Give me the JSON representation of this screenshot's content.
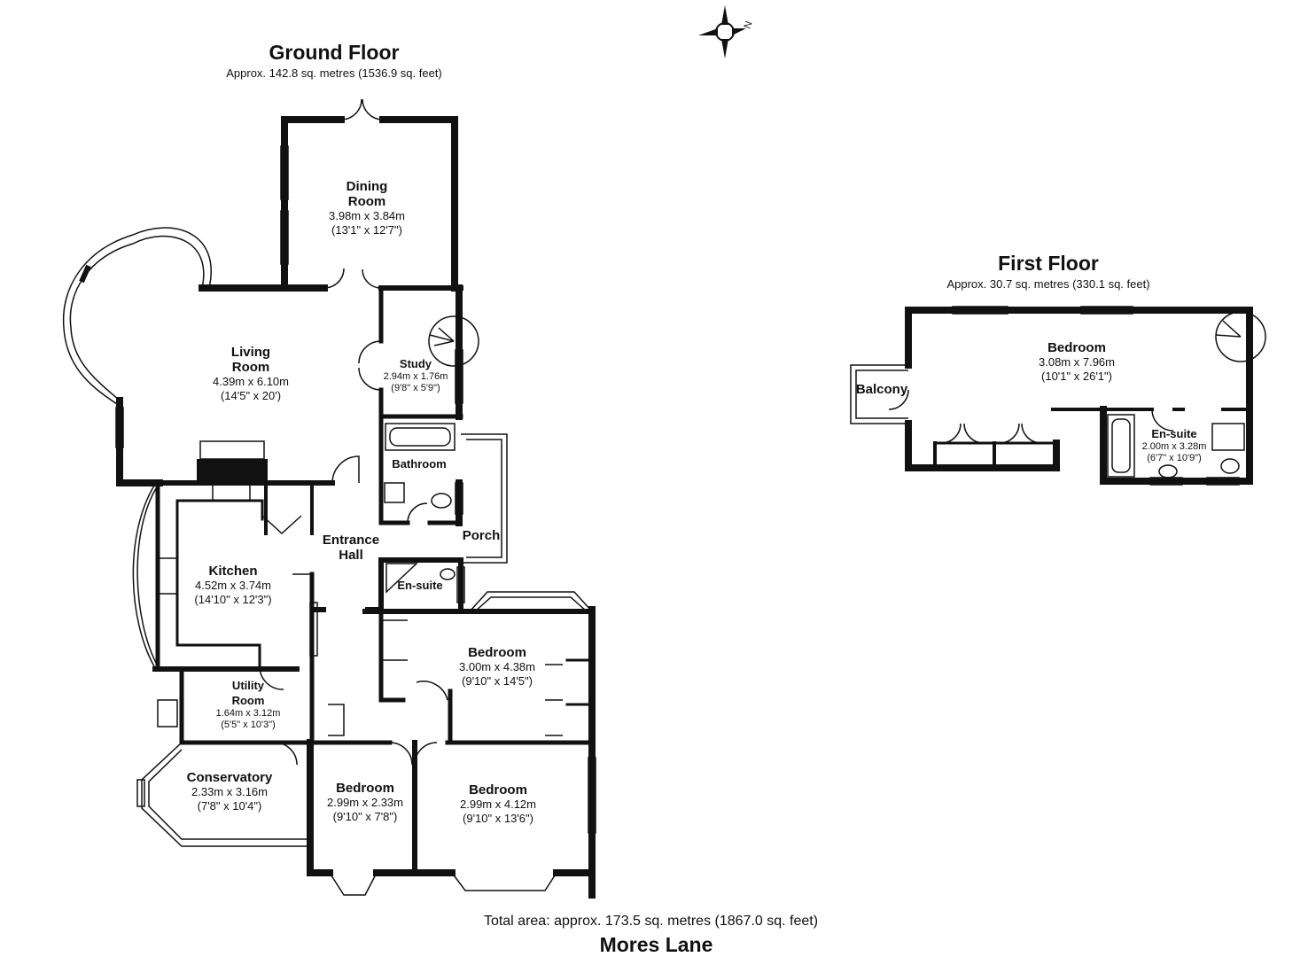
{
  "ground_floor": {
    "title": "Ground Floor",
    "area": "Approx. 142.8 sq. metres (1536.9 sq. feet)",
    "rooms": {
      "dining": {
        "name_line1": "Dining",
        "name_line2": "Room",
        "metric": "3.98m x 3.84m",
        "imperial": "(13'1\" x 12'7\")"
      },
      "living": {
        "name_line1": "Living",
        "name_line2": "Room",
        "metric": "4.39m x 6.10m",
        "imperial": "(14'5\" x 20')"
      },
      "study": {
        "name": "Study",
        "metric": "2.94m x 1.76m",
        "imperial": "(9'8\" x 5'9\")"
      },
      "bathroom": {
        "name": "Bathroom"
      },
      "entrance_hall": {
        "name_line1": "Entrance",
        "name_line2": "Hall"
      },
      "porch": {
        "name": "Porch"
      },
      "kitchen": {
        "name": "Kitchen",
        "metric": "4.52m x 3.74m",
        "imperial": "(14'10\" x 12'3\")"
      },
      "ensuite": {
        "name": "En-suite"
      },
      "bedroom1": {
        "name": "Bedroom",
        "metric": "3.00m x 4.38m",
        "imperial": "(9'10\" x 14'5\")"
      },
      "utility": {
        "name_line1": "Utility",
        "name_line2": "Room",
        "metric": "1.64m x 3.12m",
        "imperial": "(5'5\" x 10'3\")"
      },
      "conservatory": {
        "name": "Conservatory",
        "metric": "2.33m x 3.16m",
        "imperial": "(7'8\" x 10'4\")"
      },
      "bedroom2": {
        "name": "Bedroom",
        "metric": "2.99m x 2.33m",
        "imperial": "(9'10\" x 7'8\")"
      },
      "bedroom3": {
        "name": "Bedroom",
        "metric": "2.99m x 4.12m",
        "imperial": "(9'10\" x 13'6\")"
      }
    }
  },
  "first_floor": {
    "title": "First Floor",
    "area": "Approx. 30.7 sq. metres (330.1 sq. feet)",
    "rooms": {
      "bedroom": {
        "name": "Bedroom",
        "metric": "3.08m x 7.96m",
        "imperial": "(10'1\" x 26'1\")"
      },
      "balcony": {
        "name": "Balcony"
      },
      "ensuite": {
        "name": "En-suite",
        "metric": "2.00m x 3.28m",
        "imperial": "(6'7\" x 10'9\")"
      }
    }
  },
  "compass": {
    "north_letter": "N"
  },
  "footer": {
    "total_area": "Total area: approx. 173.5 sq. metres (1867.0 sq. feet)",
    "property_name": "Mores Lane"
  }
}
